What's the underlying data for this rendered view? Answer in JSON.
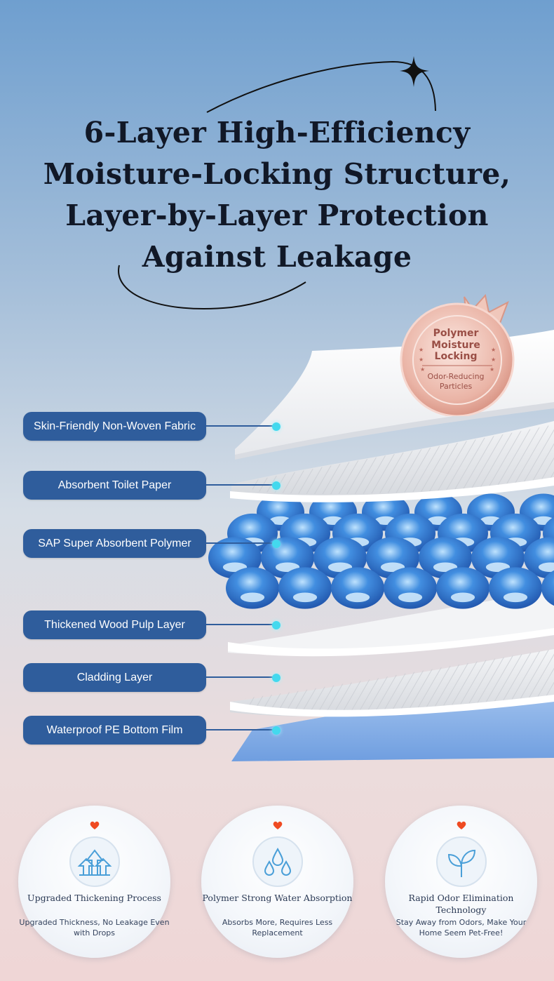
{
  "title": {
    "lines": [
      "6-Layer High-Efficiency",
      "Moisture-Locking Structure,",
      "Layer-by-Layer Protection",
      "Against Leakage"
    ]
  },
  "badge": {
    "main": "Polymer Moisture Locking",
    "sub": "Odor-Reducing Particles"
  },
  "layers": [
    "Skin-Friendly Non-Woven Fabric",
    "Absorbent Toilet Paper",
    "SAP Super Absorbent Polymer",
    "Thickened Wood Pulp Layer",
    "Cladding Layer",
    "Waterproof PE Bottom Film"
  ],
  "features": [
    {
      "icon": "arrows-up-house-icon",
      "title": "Upgraded Thickening Process",
      "desc": "Upgraded Thickness, No Leakage Even with Drops"
    },
    {
      "icon": "water-drops-icon",
      "title": "Polymer Strong Water Absorption",
      "desc": "Absorbs More, Requires Less Replacement"
    },
    {
      "icon": "leaf-icon",
      "title": "Rapid Odor Elimination Technology",
      "desc": "Stay Away from Odors, Make Your Home Seem Pet-Free!"
    }
  ],
  "colors": {
    "label_bg": "#2f5d9c",
    "dot": "#43d9ee",
    "heart": "#ef4b22",
    "badge": "#e7a79a"
  }
}
